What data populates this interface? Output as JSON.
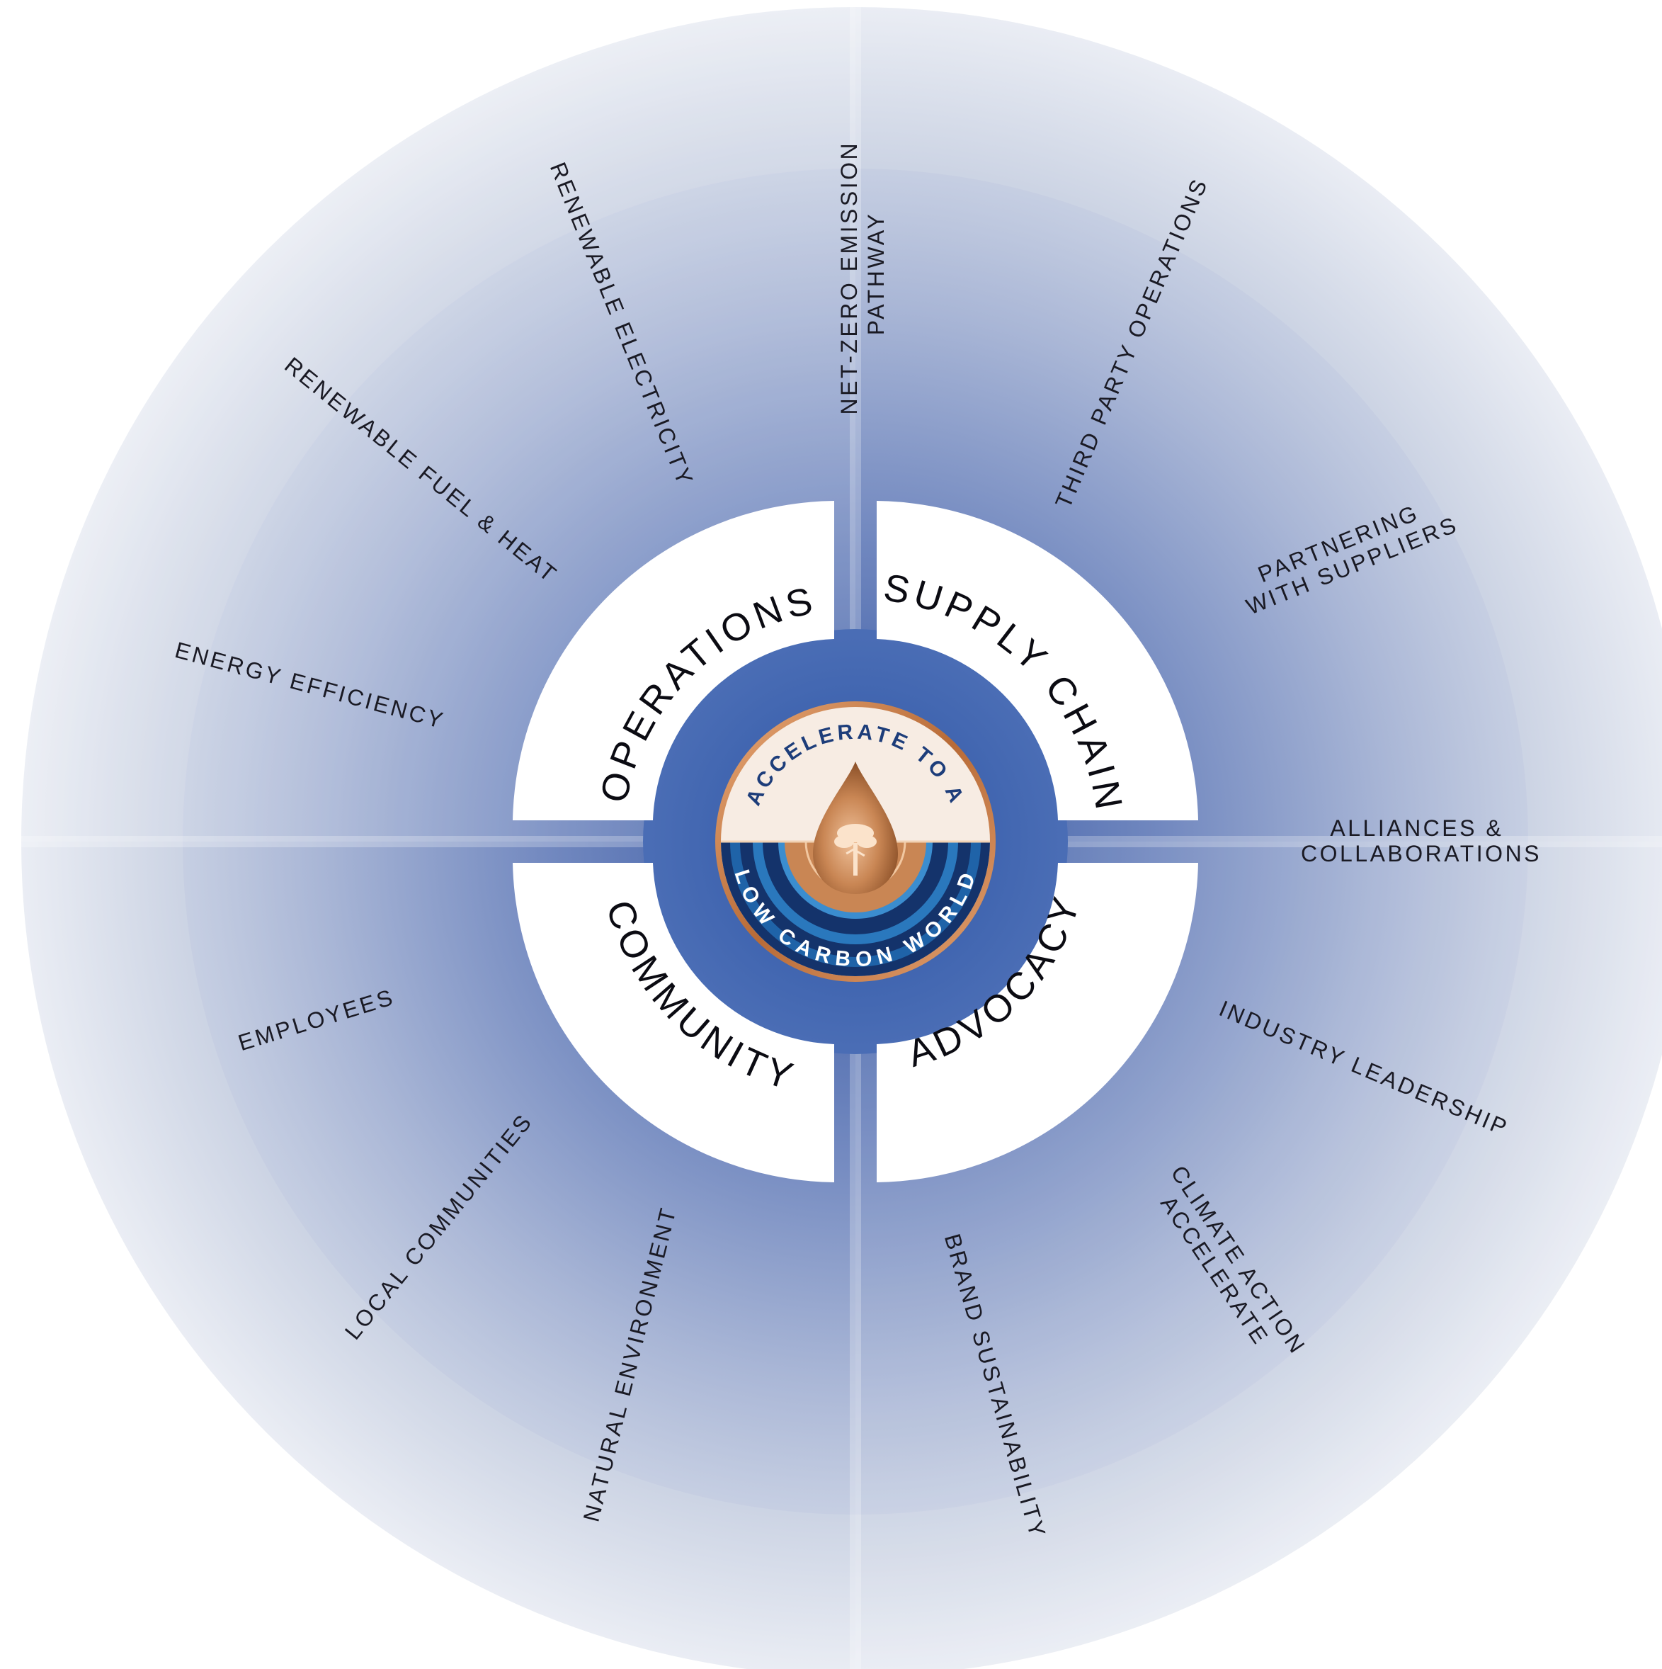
{
  "badge": {
    "top_text": "ACCELERATE TO A",
    "bottom_text": "LOW CARBON WORLD"
  },
  "pillars": {
    "operations": "OPERATIONS",
    "supply_chain": "SUPPLY CHAIN",
    "community": "COMMUNITY",
    "advocacy": "ADVOCACY"
  },
  "spokes": {
    "net_zero_line1": "NET-ZERO EMISSION",
    "net_zero_line2": "PATHWAY",
    "renewable_electricity": "RENEWABLE ELECTRICITY",
    "renewable_fuel_heat": "RENEWABLE FUEL & HEAT",
    "energy_efficiency": "ENERGY EFFICIENCY",
    "third_party_operations": "THIRD PARTY OPERATIONS",
    "partnering_line1": "PARTNERING",
    "partnering_line2": "WITH SUPPLIERS",
    "alliances_line1": "ALLIANCES &",
    "alliances_line2": "COLLABORATIONS",
    "industry_leadership": "INDUSTRY LEADERSHIP",
    "accelerate_line1": "ACCELERATE",
    "accelerate_line2": "CLIMATE ACTION",
    "brand_sustainability": "BRAND SUSTAINABILITY",
    "natural_environment": "NATURAL ENVIRONMENT",
    "local_communities": "LOCAL COMMUNITIES",
    "employees": "EMPLOYEES"
  },
  "colors": {
    "deep_blue": "#3a5ba5",
    "pale_blue": "#e6eaf3",
    "copper": "#c07a45",
    "cream": "#f7ece3",
    "badge_blue": "#14336b"
  }
}
